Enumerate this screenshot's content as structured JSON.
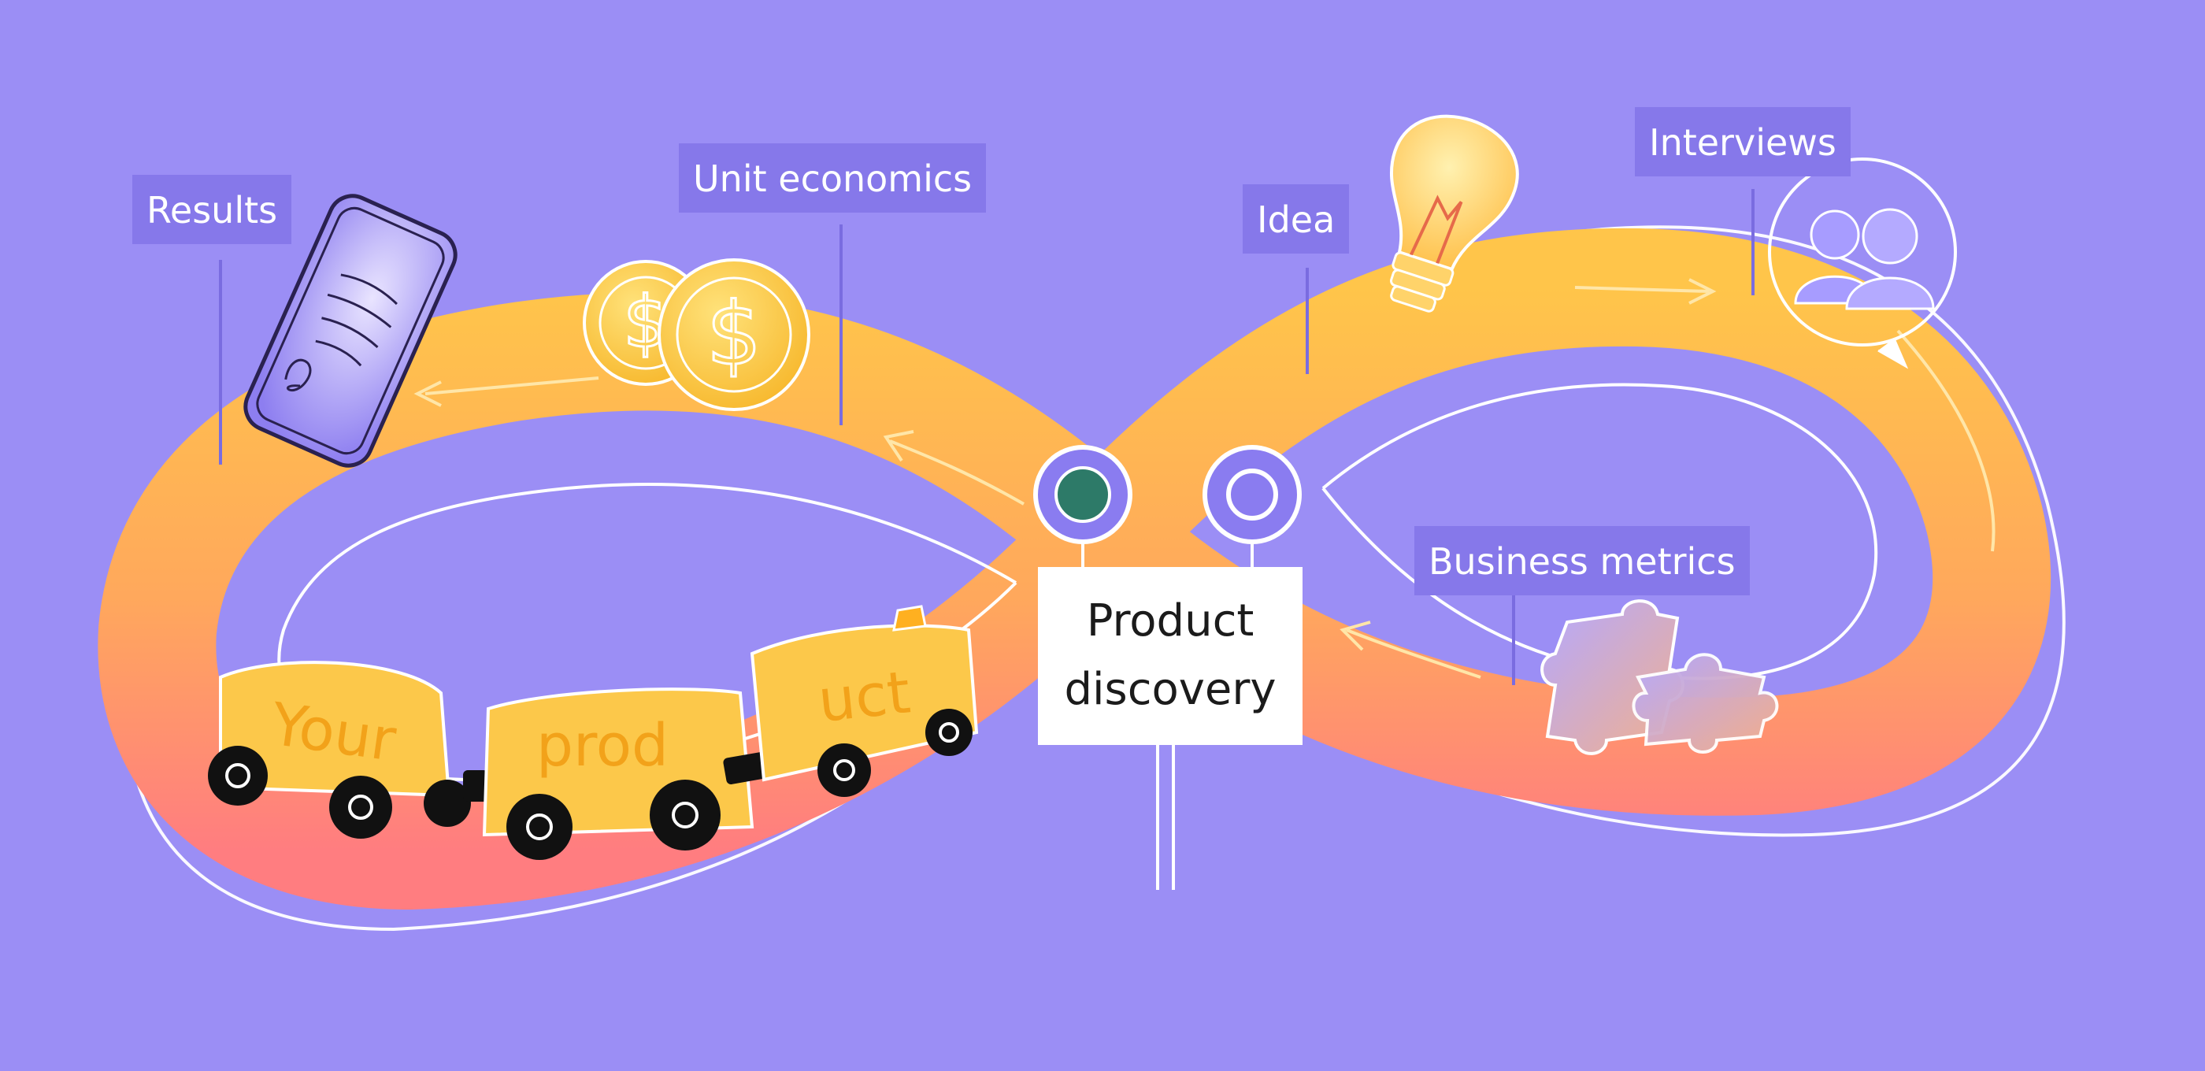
{
  "labels": {
    "results": "Results",
    "unit_economics": "Unit economics",
    "idea": "Idea",
    "interviews": "Interviews",
    "business_metrics": "Business metrics"
  },
  "center": {
    "line1": "Product",
    "line2": "discovery"
  },
  "train": {
    "car1": "Your",
    "car2": "prod",
    "car3": "uct"
  },
  "colors": {
    "background": "#9b8ef5",
    "label_bg": "#8678ea",
    "track_top": "#ffc24a",
    "track_bottom": "#ff7f7f",
    "train": "#fcc84a"
  },
  "icons": [
    "phone-icon",
    "coins-icon",
    "lightbulb-icon",
    "people-icon",
    "puzzle-icon",
    "signal-left-icon",
    "signal-right-icon"
  ]
}
